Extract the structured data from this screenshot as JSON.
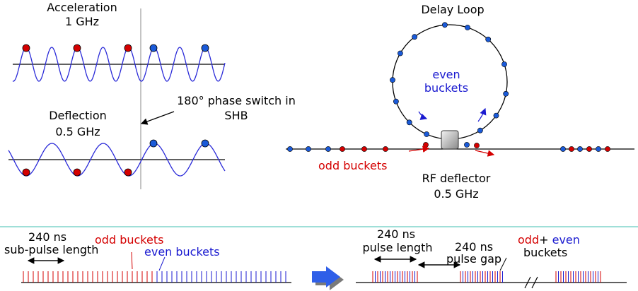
{
  "acceleration": {
    "title": "Acceleration",
    "freq": "1 GHz"
  },
  "deflection": {
    "title": "Deflection",
    "freq": "0.5 GHz"
  },
  "phase_switch": {
    "line1": "180° phase switch in",
    "line2": "SHB"
  },
  "delay_loop": {
    "title": "Delay Loop",
    "even_line1": "even",
    "even_line2": "buckets",
    "odd_label": "odd buckets",
    "rf_deflector": "RF deflector",
    "rf_freq": "0.5 GHz"
  },
  "bottom_left": {
    "duration": "240 ns",
    "sub_pulse": "sub-pulse length",
    "odd": "odd buckets",
    "even": "even buckets"
  },
  "bottom_right": {
    "pulse_duration": "240 ns",
    "pulse_length": "pulse  length",
    "gap_duration": "240 ns",
    "pulse_gap": "pulse  gap",
    "odd": "odd",
    "plus": "+",
    "even": "even",
    "buckets": "buckets"
  },
  "colors": {
    "red": "#d40000",
    "blue": "#1a1ad0",
    "wave": "#2a2ad8",
    "teal": "#3fbfb0",
    "arrow": "#3a5ff0"
  }
}
